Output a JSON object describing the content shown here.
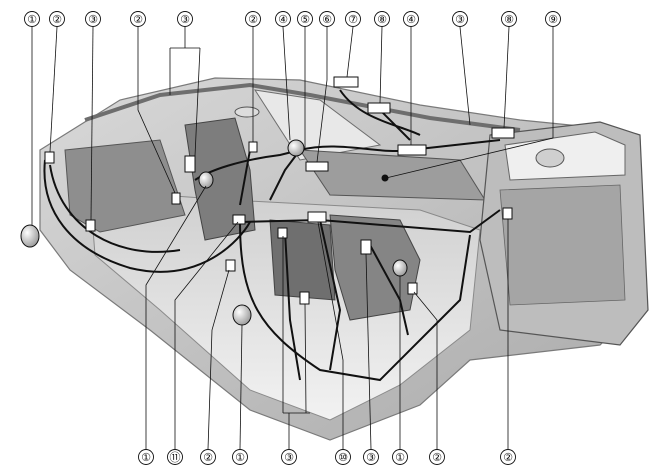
{
  "diagram": {
    "top_callouts": [
      "①",
      "②",
      "③",
      "②",
      "③",
      "②",
      "④",
      "⑤",
      "⑥",
      "⑦",
      "⑧",
      "④",
      "③",
      "⑧",
      "⑨"
    ],
    "bottom_callouts": [
      "①",
      "⑪",
      "②",
      "①",
      "③",
      "⑩",
      "③",
      "①",
      "②",
      "②"
    ]
  }
}
